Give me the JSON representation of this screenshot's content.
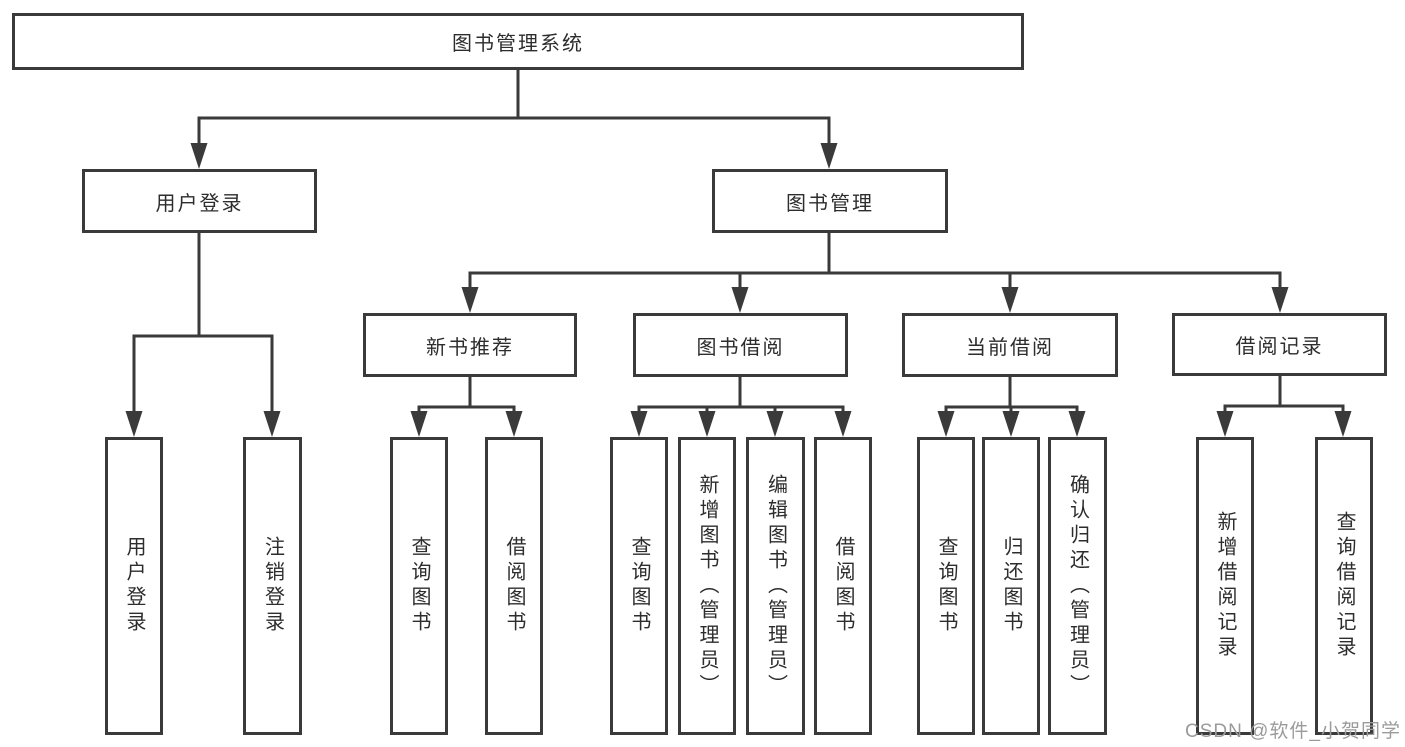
{
  "diagram": {
    "root": {
      "label": "图书管理系统"
    },
    "level2": [
      {
        "label": "用户登录"
      },
      {
        "label": "图书管理"
      }
    ],
    "level3": [
      {
        "label": "新书推荐"
      },
      {
        "label": "图书借阅"
      },
      {
        "label": "当前借阅"
      },
      {
        "label": "借阅记录"
      }
    ],
    "leaves": {
      "user_login": [
        "用户登录",
        "注销登录"
      ],
      "new_books": [
        "查询图书",
        "借阅图书"
      ],
      "book_borrow": [
        "查询图书",
        "新增图书（管理员）",
        "编辑图书（管理员）",
        "借阅图书"
      ],
      "current_borrow": [
        "查询图书",
        "归还图书",
        "确认归还（管理员）"
      ],
      "borrow_records": [
        "新增借阅记录",
        "查询借阅记录"
      ]
    }
  },
  "watermark": {
    "text": "CSDN @软件_小贺同学"
  },
  "colors": {
    "line": "#3a3a3a",
    "box_border": "#3a3a3a",
    "text": "#2d2d2d",
    "watermark": "#9b9b9b",
    "background": "#ffffff"
  }
}
